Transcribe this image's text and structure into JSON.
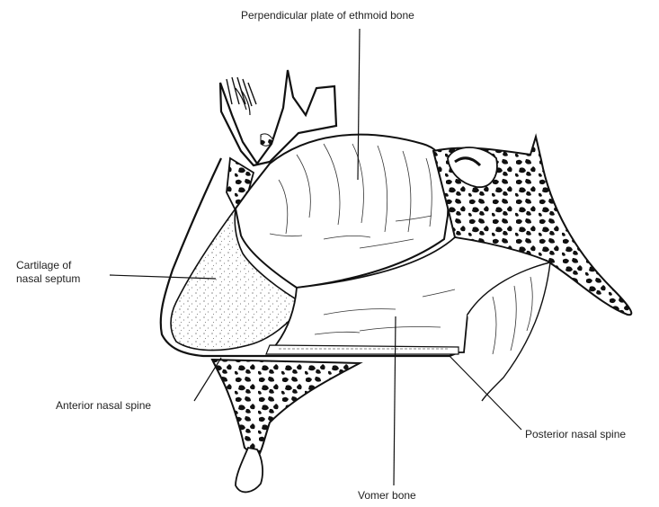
{
  "labels": {
    "perpendicular_plate": "Perpendicular plate of ethmoid bone",
    "cartilage_line1": "Cartilage of",
    "cartilage_line2": "nasal septum",
    "anterior_nasal_spine": "Anterior nasal spine",
    "posterior_nasal_spine": "Posterior nasal spine",
    "vomer_bone": "Vomer bone"
  }
}
